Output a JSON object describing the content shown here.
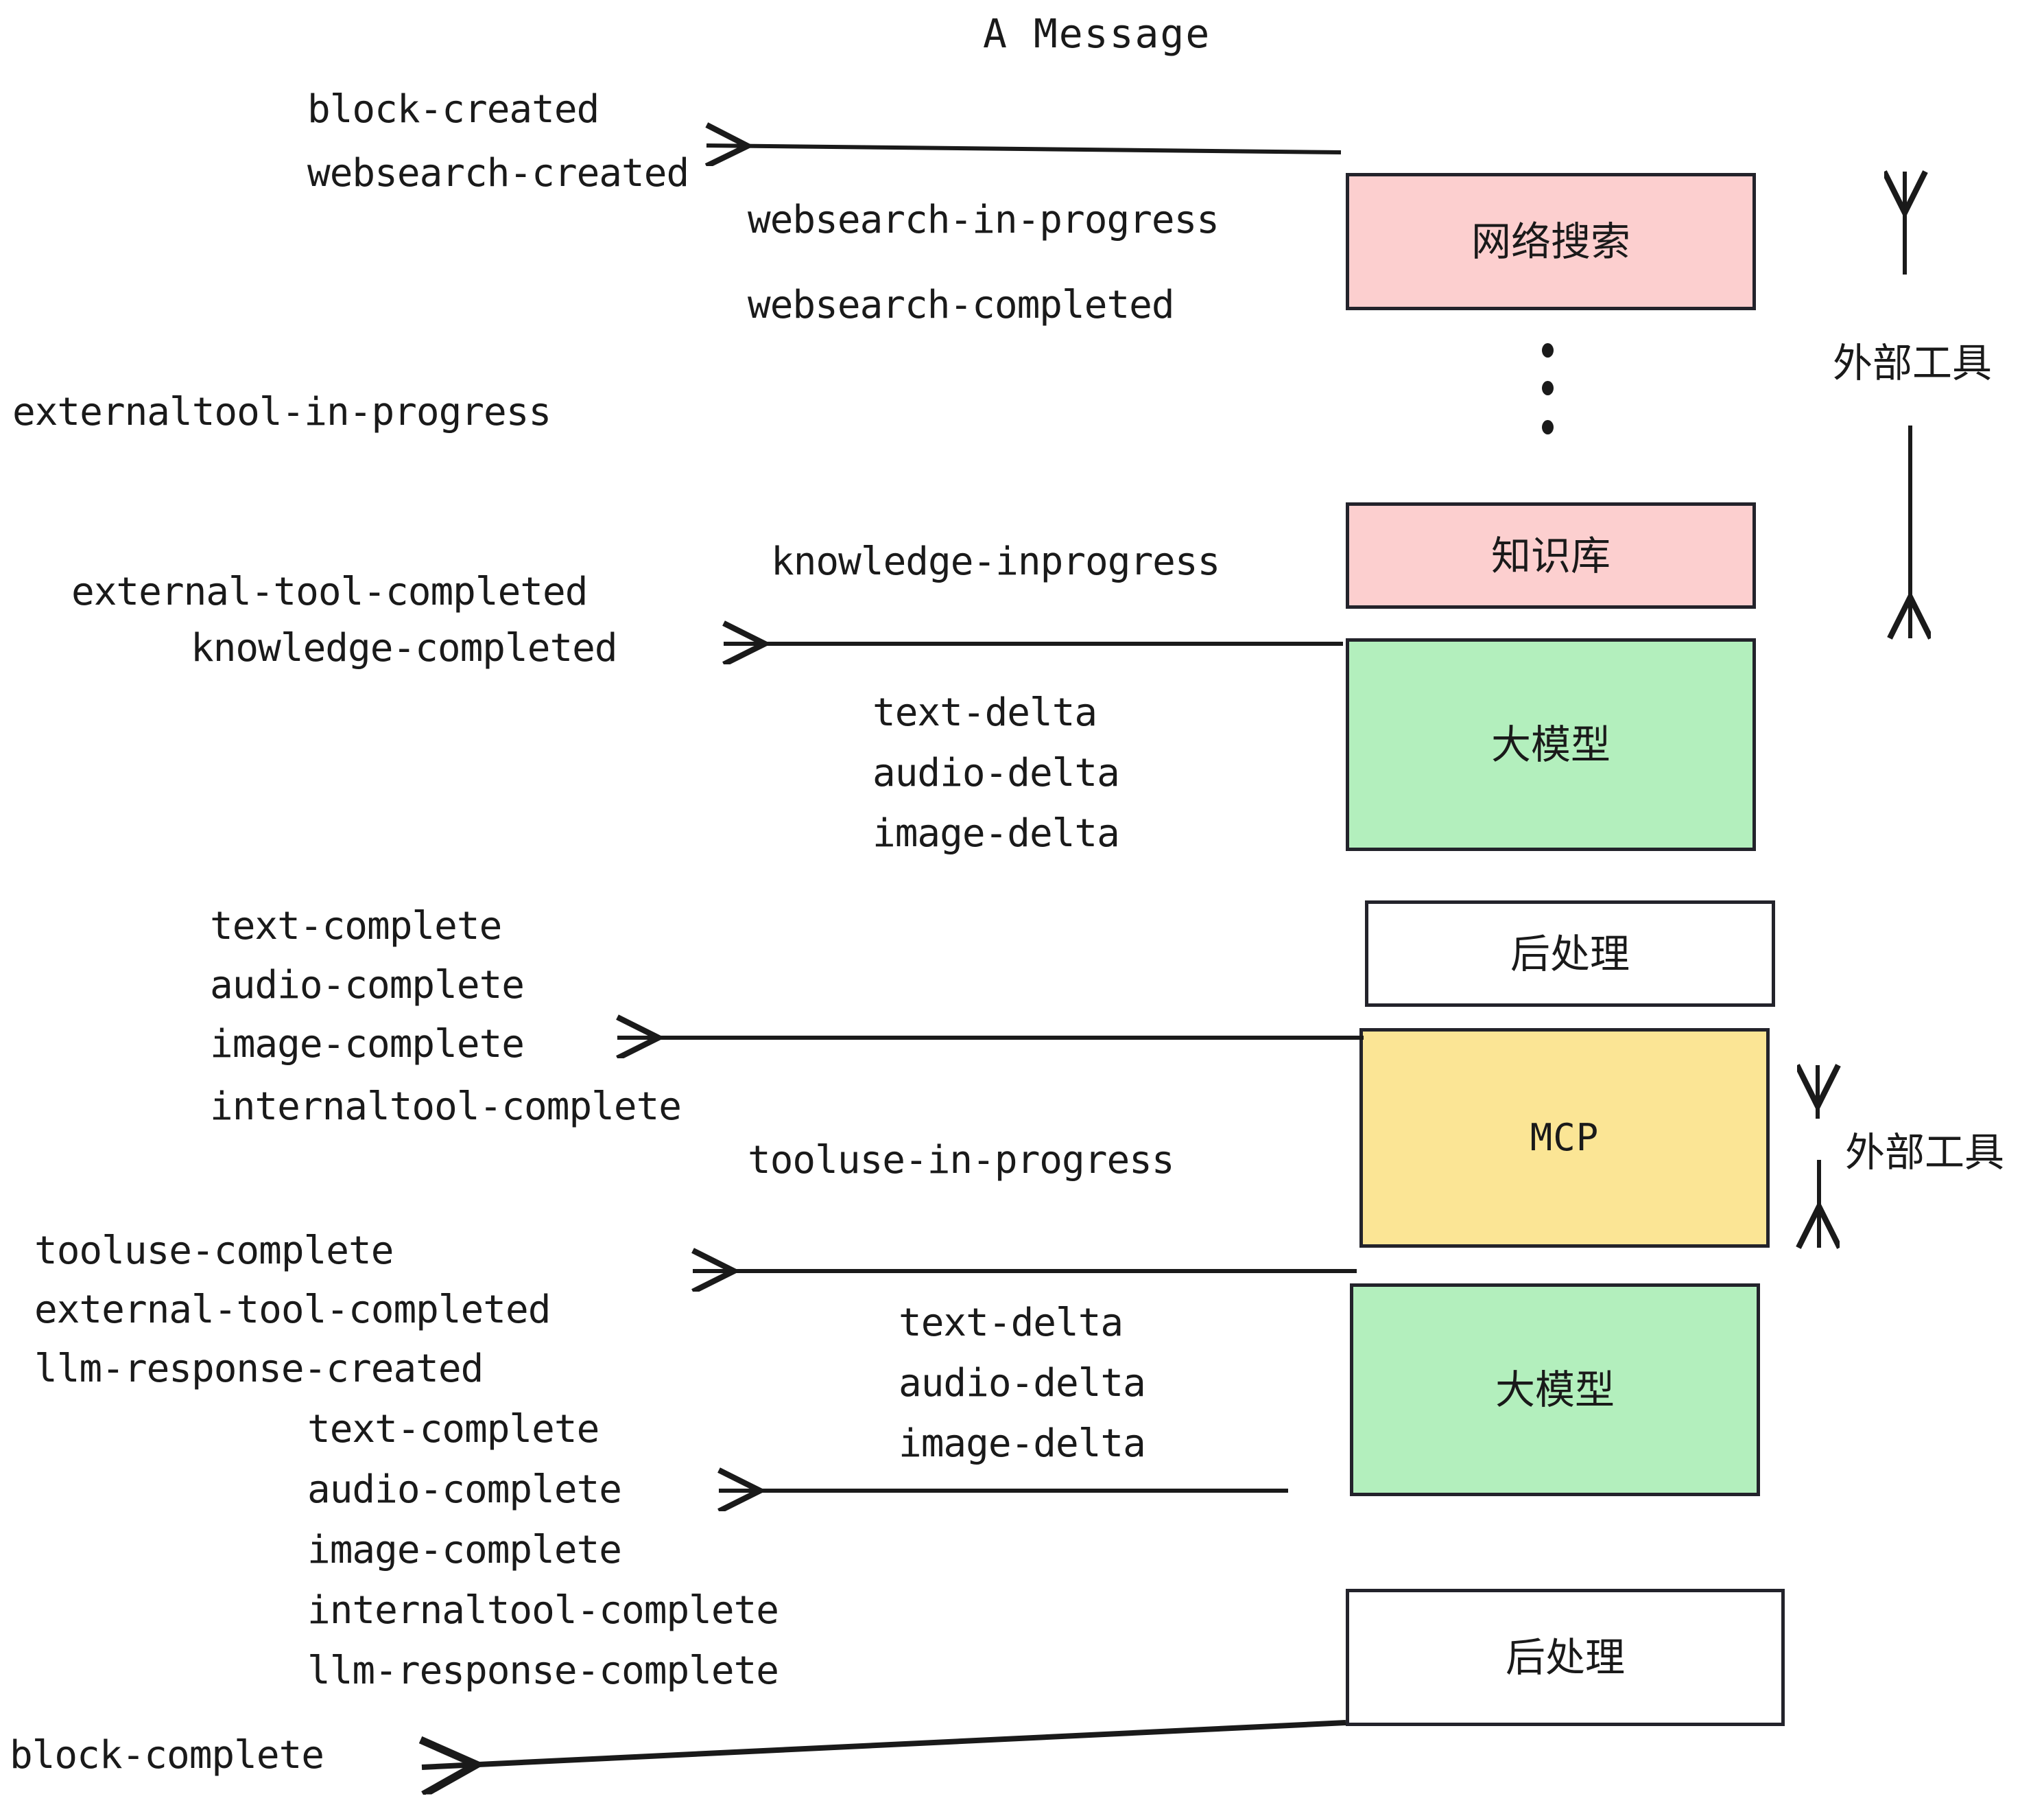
{
  "title": "A Message",
  "colors": {
    "pink": "#fccfcf",
    "green": "#b3efbd",
    "yellow": "#fbe595",
    "white": "#ffffff",
    "stroke": "#23232b",
    "text": "#1a1a1a"
  },
  "nodes": [
    {
      "id": "websearch",
      "label": "网络搜索",
      "fill": "#fccfcf"
    },
    {
      "id": "knowledge",
      "label": "知识库",
      "fill": "#fccfcf"
    },
    {
      "id": "llm-1",
      "label": "大模型",
      "fill": "#b3efbd"
    },
    {
      "id": "postproc-1",
      "label": "后处理",
      "fill": "#ffffff"
    },
    {
      "id": "mcp",
      "label": "MCP",
      "fill": "#fbe595"
    },
    {
      "id": "llm-2",
      "label": "大模型",
      "fill": "#b3efbd"
    },
    {
      "id": "postproc-2",
      "label": "后处理",
      "fill": "#ffffff"
    }
  ],
  "side_labels": [
    {
      "id": "external-tools-top",
      "label": "外部工具"
    },
    {
      "id": "external-tools-bottom",
      "label": "外部工具"
    }
  ],
  "events": {
    "block_created": "block-created",
    "websearch_created": "websearch-created",
    "websearch_in_progress": "websearch-in-progress",
    "websearch_completed": "websearch-completed",
    "externaltool_in_progress": "externaltool-in-progress",
    "knowledge_inprogress": "knowledge-inprogress",
    "external_tool_completed_1": "external-tool-completed",
    "knowledge_completed": "knowledge-completed",
    "text_delta_1": "text-delta",
    "audio_delta_1": "audio-delta",
    "image_delta_1": "image-delta",
    "text_complete_1": "text-complete",
    "audio_complete_1": "audio-complete",
    "image_complete_1": "image-complete",
    "internaltool_complete_1": "internaltool-complete",
    "tooluse_in_progress": "tooluse-in-progress",
    "tooluse_complete": "tooluse-complete",
    "external_tool_completed_2": "external-tool-completed",
    "llm_response_created": "llm-response-created",
    "text_delta_2": "text-delta",
    "audio_delta_2": "audio-delta",
    "image_delta_2": "image-delta",
    "text_complete_2": "text-complete",
    "audio_complete_2": "audio-complete",
    "image_complete_2": "image-complete",
    "internaltool_complete_2": "internaltool-complete",
    "llm_response_complete": "llm-response-complete",
    "block_complete": "block-complete"
  }
}
